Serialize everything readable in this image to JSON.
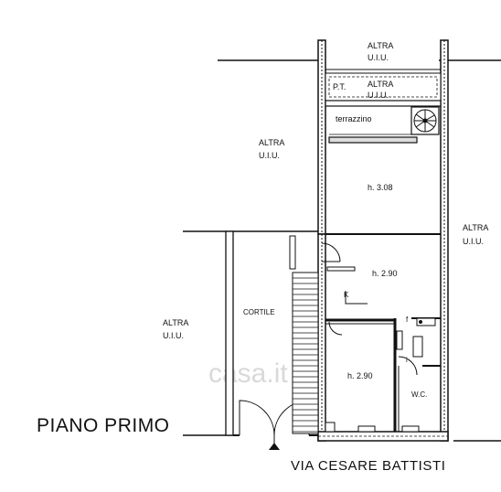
{
  "floor_title": "PIANO PRIMO",
  "street_name": "VIA CESARE BATTISTI",
  "watermark": "casa.it",
  "labels": {
    "altra": "ALTRA",
    "uiu": "U.I.U.",
    "pt": "P.T.",
    "terrazzino": "terrazzino",
    "cortile": "CORTILE",
    "wc": "W.C.",
    "k": "K",
    "f": "f",
    "i": "i"
  },
  "room_heights": {
    "main": "h. 3.08",
    "middle": "h. 2.90",
    "lower": "h. 2.90"
  }
}
